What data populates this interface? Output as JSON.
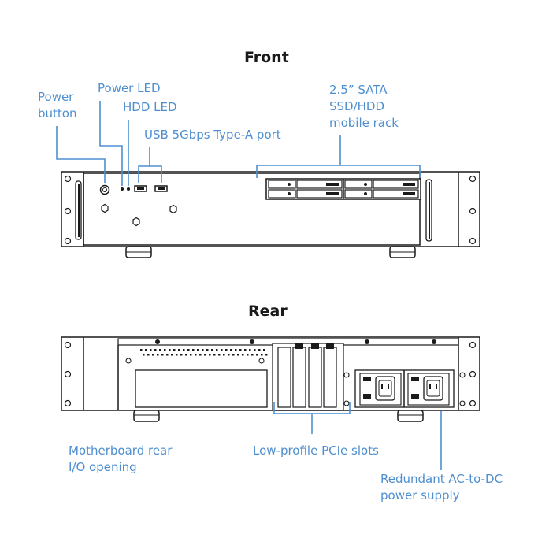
{
  "titles": {
    "front": "Front",
    "rear": "Rear"
  },
  "labels": {
    "power_button": [
      "Power",
      "button"
    ],
    "power_led": "Power LED",
    "hdd_led": "HDD LED",
    "usb": "USB 5Gbps Type-A port",
    "sata": [
      "2.5” SATA",
      "SSD/HDD",
      "mobile rack"
    ],
    "mb_io": [
      "Motherboard rear",
      "I/O opening"
    ],
    "pcie": "Low-profile PCIe slots",
    "psu": [
      "Redundant AC-to-DC",
      "power supply"
    ]
  },
  "colors": {
    "accent": "#4f8fd0",
    "stroke": "#1a1a1a"
  }
}
